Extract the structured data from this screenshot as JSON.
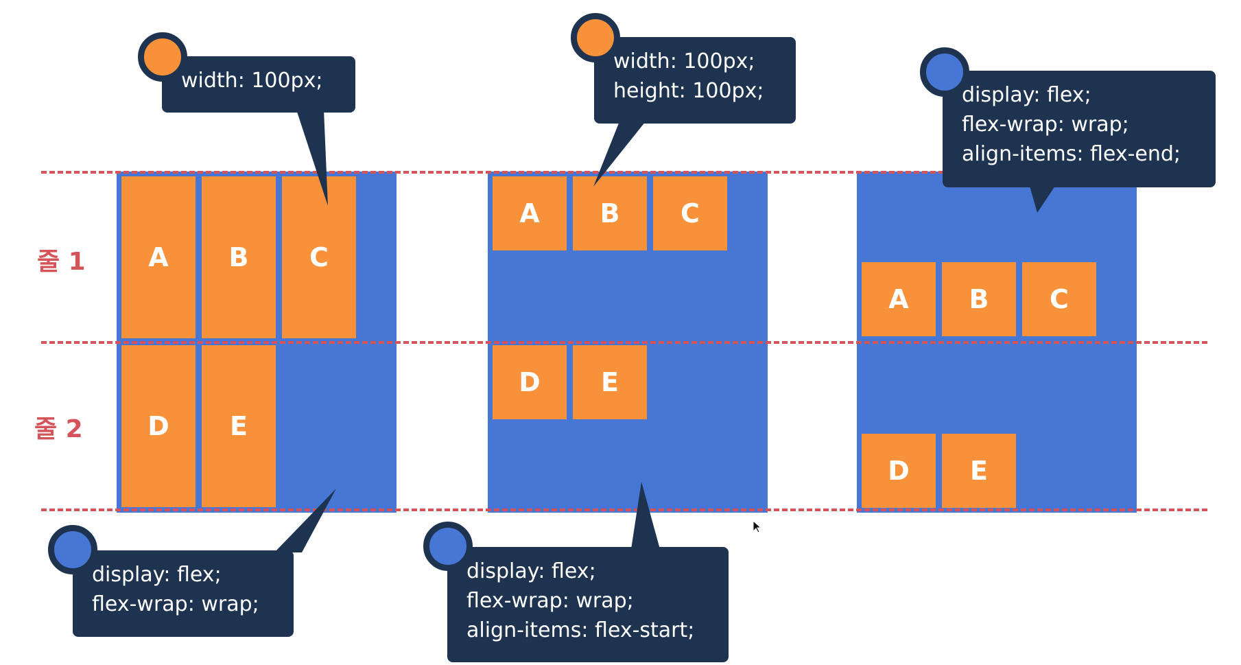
{
  "line_labels": [
    "줄 1",
    "줄 2"
  ],
  "panels": [
    {
      "items_row1": [
        "A",
        "B",
        "C"
      ],
      "items_row2": [
        "D",
        "E"
      ],
      "item_callout": [
        "width: 100px;"
      ],
      "container_callout": [
        "display: flex;",
        "flex-wrap: wrap;"
      ]
    },
    {
      "items_row1": [
        "A",
        "B",
        "C"
      ],
      "items_row2": [
        "D",
        "E"
      ],
      "item_callout": [
        "width: 100px;",
        "height: 100px;"
      ],
      "container_callout": [
        "display: flex;",
        "flex-wrap: wrap;",
        "align-items: flex-start;"
      ]
    },
    {
      "items_row1": [
        "A",
        "B",
        "C"
      ],
      "items_row2": [
        "D",
        "E"
      ],
      "container_callout": [
        "display: flex;",
        "flex-wrap: wrap;",
        "align-items: flex-end;"
      ]
    }
  ],
  "colors": {
    "container": "#4677d4",
    "item": "#f8923a",
    "callout": "#1e3350",
    "guide_line": "#d4545a"
  }
}
